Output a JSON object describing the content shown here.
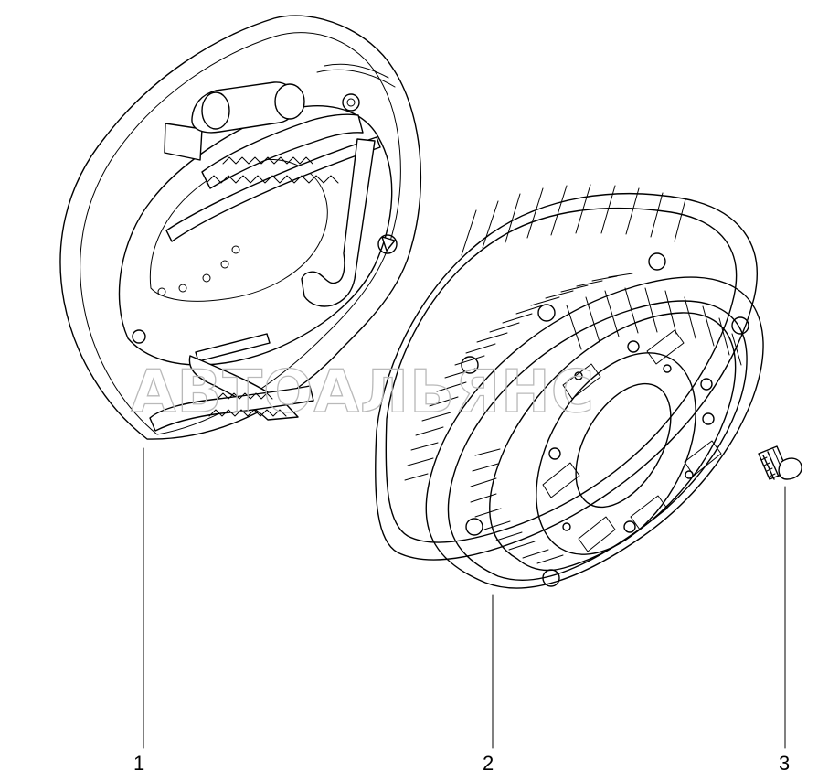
{
  "diagram": {
    "watermark_text": "АВТОАЛЬЯНС",
    "callouts": [
      {
        "label": "1"
      },
      {
        "label": "2"
      },
      {
        "label": "3"
      }
    ]
  }
}
